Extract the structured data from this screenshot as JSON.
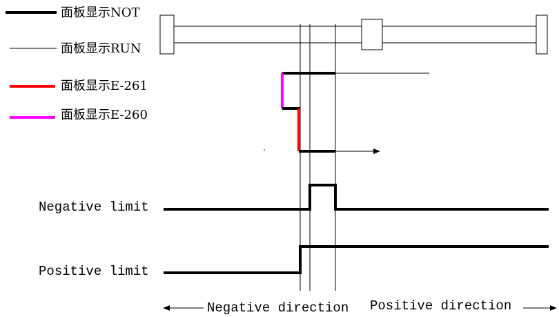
{
  "legend": {
    "not": "面板显示NOT",
    "run": "面板显示RUN",
    "e261": "面板显示E-261",
    "e260": "面板显示E-260"
  },
  "signals": {
    "negative_limit": "Negative limit",
    "positive_limit": "Positive limit"
  },
  "directions": {
    "negative": "Negative direction",
    "positive": "Positive direction"
  },
  "colors": {
    "not": "#000000",
    "run": "#000000",
    "e261": "#ff0000",
    "e260": "#ff00ff"
  }
}
